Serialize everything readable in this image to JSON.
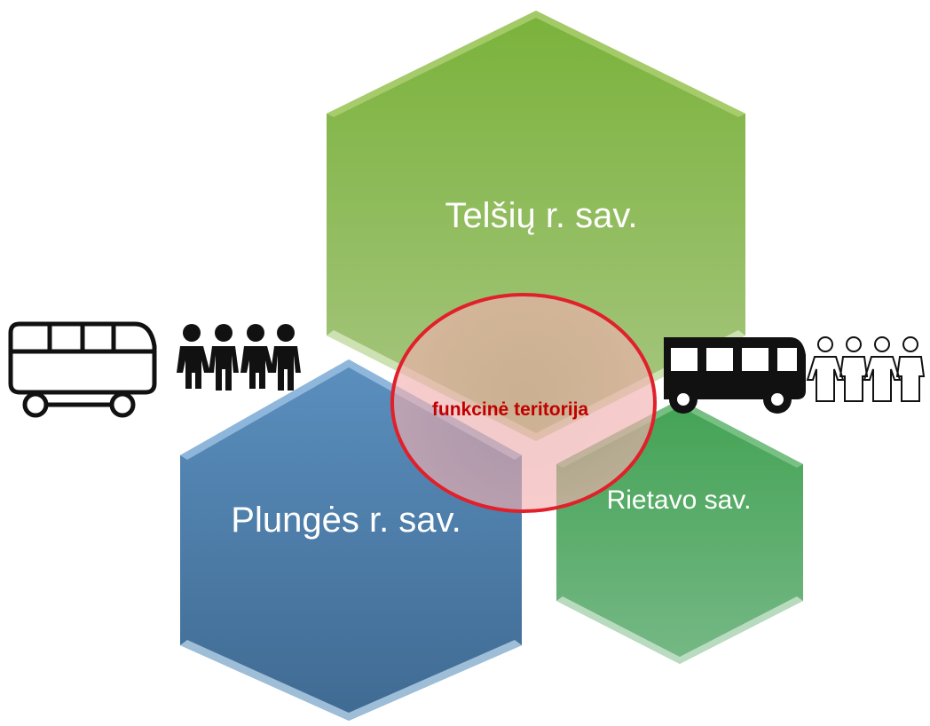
{
  "diagram": {
    "hexagons": [
      {
        "id": "telsiai",
        "label": "Telšių r. sav.",
        "color": "#8db84a"
      },
      {
        "id": "plunge",
        "label": "Plungės r. sav.",
        "color": "#4a7eaa"
      },
      {
        "id": "rietavo",
        "label": "Rietavo sav.",
        "color": "#5aaa68"
      }
    ],
    "center": {
      "label": "funkcinė teritorija",
      "color": "#e0202a"
    },
    "icons": {
      "left_bus": "bus-outline-icon",
      "left_people": "people-group-filled-icon",
      "right_bus": "bus-filled-icon",
      "right_people": "people-group-outline-icon"
    }
  }
}
